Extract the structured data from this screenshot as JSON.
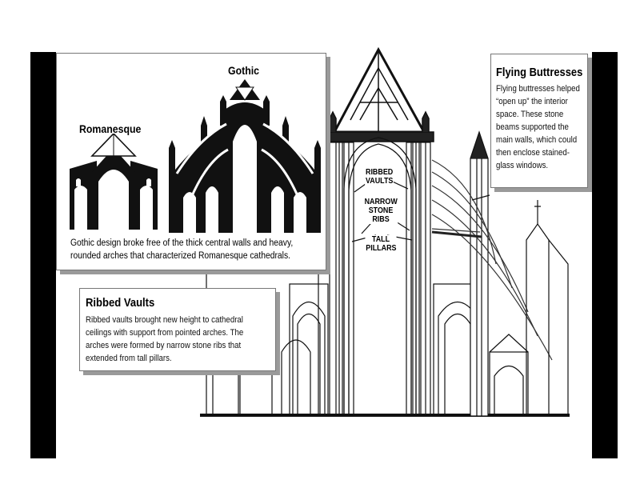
{
  "compare": {
    "romanesque_label": "Romanesque",
    "gothic_label": "Gothic",
    "caption": "Gothic design broke free of the thick central walls and heavy, rounded arches that characterized Romanesque cathedrals."
  },
  "ribbed_vaults": {
    "title": "Ribbed Vaults",
    "text": "Ribbed vaults brought new height to cathedral ceilings with support from pointed arches. The arches were formed by narrow stone ribs that extended from tall pillars."
  },
  "flying_buttresses": {
    "title": "Flying Buttresses",
    "text": "Flying buttresses helped “open up” the interior space. These stone beams supported the main walls, which could then enclose stained-glass windows."
  },
  "labels": {
    "ribbed_vaults": "RIBBED VAULTS",
    "narrow_stone_ribs": "NARROW STONE RIBS",
    "tall_pillars": "TALL PILLARS"
  }
}
